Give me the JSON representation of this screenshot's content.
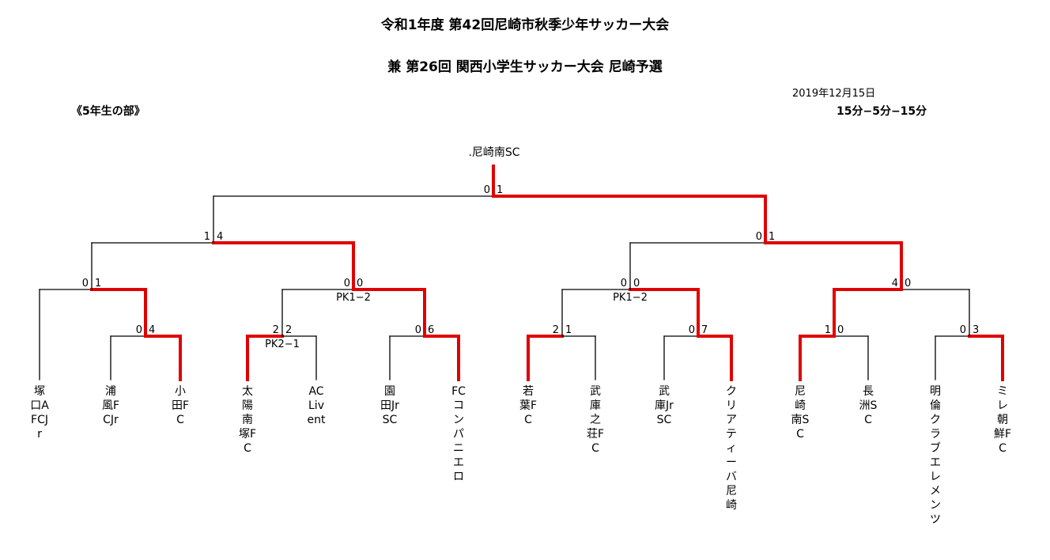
{
  "header": {
    "title_line1": "令和1年度 第42回尼崎市秋季少年サッカー大会",
    "title_line2": "兼 第26回 関西小学生サッカー大会 尼崎予選",
    "date": "2019年12月15日",
    "section": "《5年生の部》",
    "timing": "15分−5分−15分",
    "champion": ".尼崎南SC"
  },
  "colors": {
    "winner_line": "#e00000",
    "line": "#000000"
  },
  "teams": [
    "塚口AFCJr",
    "浦風FCJr",
    "小田FC",
    "太陽南塚FC",
    "AC Livent",
    "園田JrSC",
    "FCコンパニエロ",
    "若葉FC",
    "武庫之荘FC",
    "武庫JrSC",
    "クリアティーバ尼崎",
    "尼崎南SC",
    "長洲SC",
    "明倫クラブエレメンツ",
    "ミレ朝鮮FC"
  ],
  "matches": [
    {
      "id": "m1",
      "score_left": "0",
      "score_right": "4",
      "pk": ""
    },
    {
      "id": "m2",
      "score_left": "2",
      "score_right": "2",
      "pk": "PK2−1"
    },
    {
      "id": "m3",
      "score_left": "0",
      "score_right": "6",
      "pk": ""
    },
    {
      "id": "m4",
      "score_left": "2",
      "score_right": "1",
      "pk": ""
    },
    {
      "id": "m5",
      "score_left": "0",
      "score_right": "7",
      "pk": ""
    },
    {
      "id": "m6",
      "score_left": "1",
      "score_right": "0",
      "pk": ""
    },
    {
      "id": "m7",
      "score_left": "0",
      "score_right": "3",
      "pk": ""
    },
    {
      "id": "m8",
      "score_left": "0",
      "score_right": "1",
      "pk": ""
    },
    {
      "id": "m9",
      "score_left": "0",
      "score_right": "0",
      "pk": "PK1−2"
    },
    {
      "id": "m10",
      "score_left": "0",
      "score_right": "0",
      "pk": "PK1−2"
    },
    {
      "id": "m11",
      "score_left": "4",
      "score_right": "0",
      "pk": ""
    },
    {
      "id": "m12",
      "score_left": "1",
      "score_right": "4",
      "pk": ""
    },
    {
      "id": "m13",
      "score_left": "0",
      "score_right": "1",
      "pk": ""
    }
  ]
}
